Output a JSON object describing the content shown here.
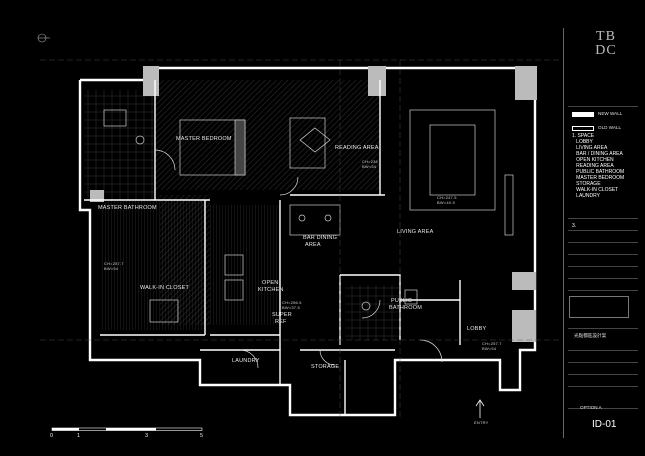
{
  "logo": {
    "line1": "TB",
    "line2": "DC"
  },
  "rooms": [
    {
      "key": "master-bedroom",
      "label": "MASTER BEDROOM"
    },
    {
      "key": "reading-area",
      "label": "READING AREA"
    },
    {
      "key": "master-bathroom",
      "label": "MASTER BATHROOM"
    },
    {
      "key": "bar-dining",
      "label": "BAR  DINING"
    },
    {
      "key": "bar-dining-2",
      "label": "AREA"
    },
    {
      "key": "living-area",
      "label": "LIVING AREA"
    },
    {
      "key": "walk-in-closet",
      "label": "WALK-IN CLOSET"
    },
    {
      "key": "open-kitchen",
      "label": "OPEN"
    },
    {
      "key": "open-kitchen-2",
      "label": "KITCHEN"
    },
    {
      "key": "super",
      "label": "SUPER"
    },
    {
      "key": "ref",
      "label": "REF"
    },
    {
      "key": "public-bathroom",
      "label": "PUBLIC"
    },
    {
      "key": "public-bathroom-2",
      "label": "BATHROOM"
    },
    {
      "key": "lobby",
      "label": "LOBBY"
    },
    {
      "key": "laundry",
      "label": "LAUNDRY"
    },
    {
      "key": "storage",
      "label": "STORAGE"
    },
    {
      "key": "entry",
      "label": "ENTRY"
    }
  ],
  "heights": [
    {
      "key": "h1a",
      "label": "CH=236"
    },
    {
      "key": "h1b",
      "label": "BW=54"
    },
    {
      "key": "h2a",
      "label": "CH=247.5"
    },
    {
      "key": "h2b",
      "label": "BW=40.5"
    },
    {
      "key": "h3a",
      "label": "CH=257.7"
    },
    {
      "key": "h3b",
      "label": "BW=54"
    },
    {
      "key": "h4a",
      "label": "CH=256.5"
    },
    {
      "key": "h4b",
      "label": "BW=37.5"
    },
    {
      "key": "h5a",
      "label": "CH=257.7"
    },
    {
      "key": "h5b",
      "label": "BW=54"
    }
  ],
  "legend": {
    "new_wall": "NEW WALL",
    "old_wall": "OLD WALL"
  },
  "notes": "1. SPACE\n   LOBBY\n   LIVING AREA\n   BAR / DINING AREA\n   OPEN KITCHEN\n   READING AREA\n   PUBLIC BATHROOM\n   MASTER BEDROOM\n   STORAGE\n   WALK-IN CLOSET\n   LAUNDRY\n\n\n\n\n3.",
  "title": {
    "project": "光點都區設計案",
    "sheet": "ID-01",
    "option": "OPTION A"
  },
  "scale": {
    "ticks": [
      "0",
      "1",
      "3",
      "5"
    ]
  }
}
